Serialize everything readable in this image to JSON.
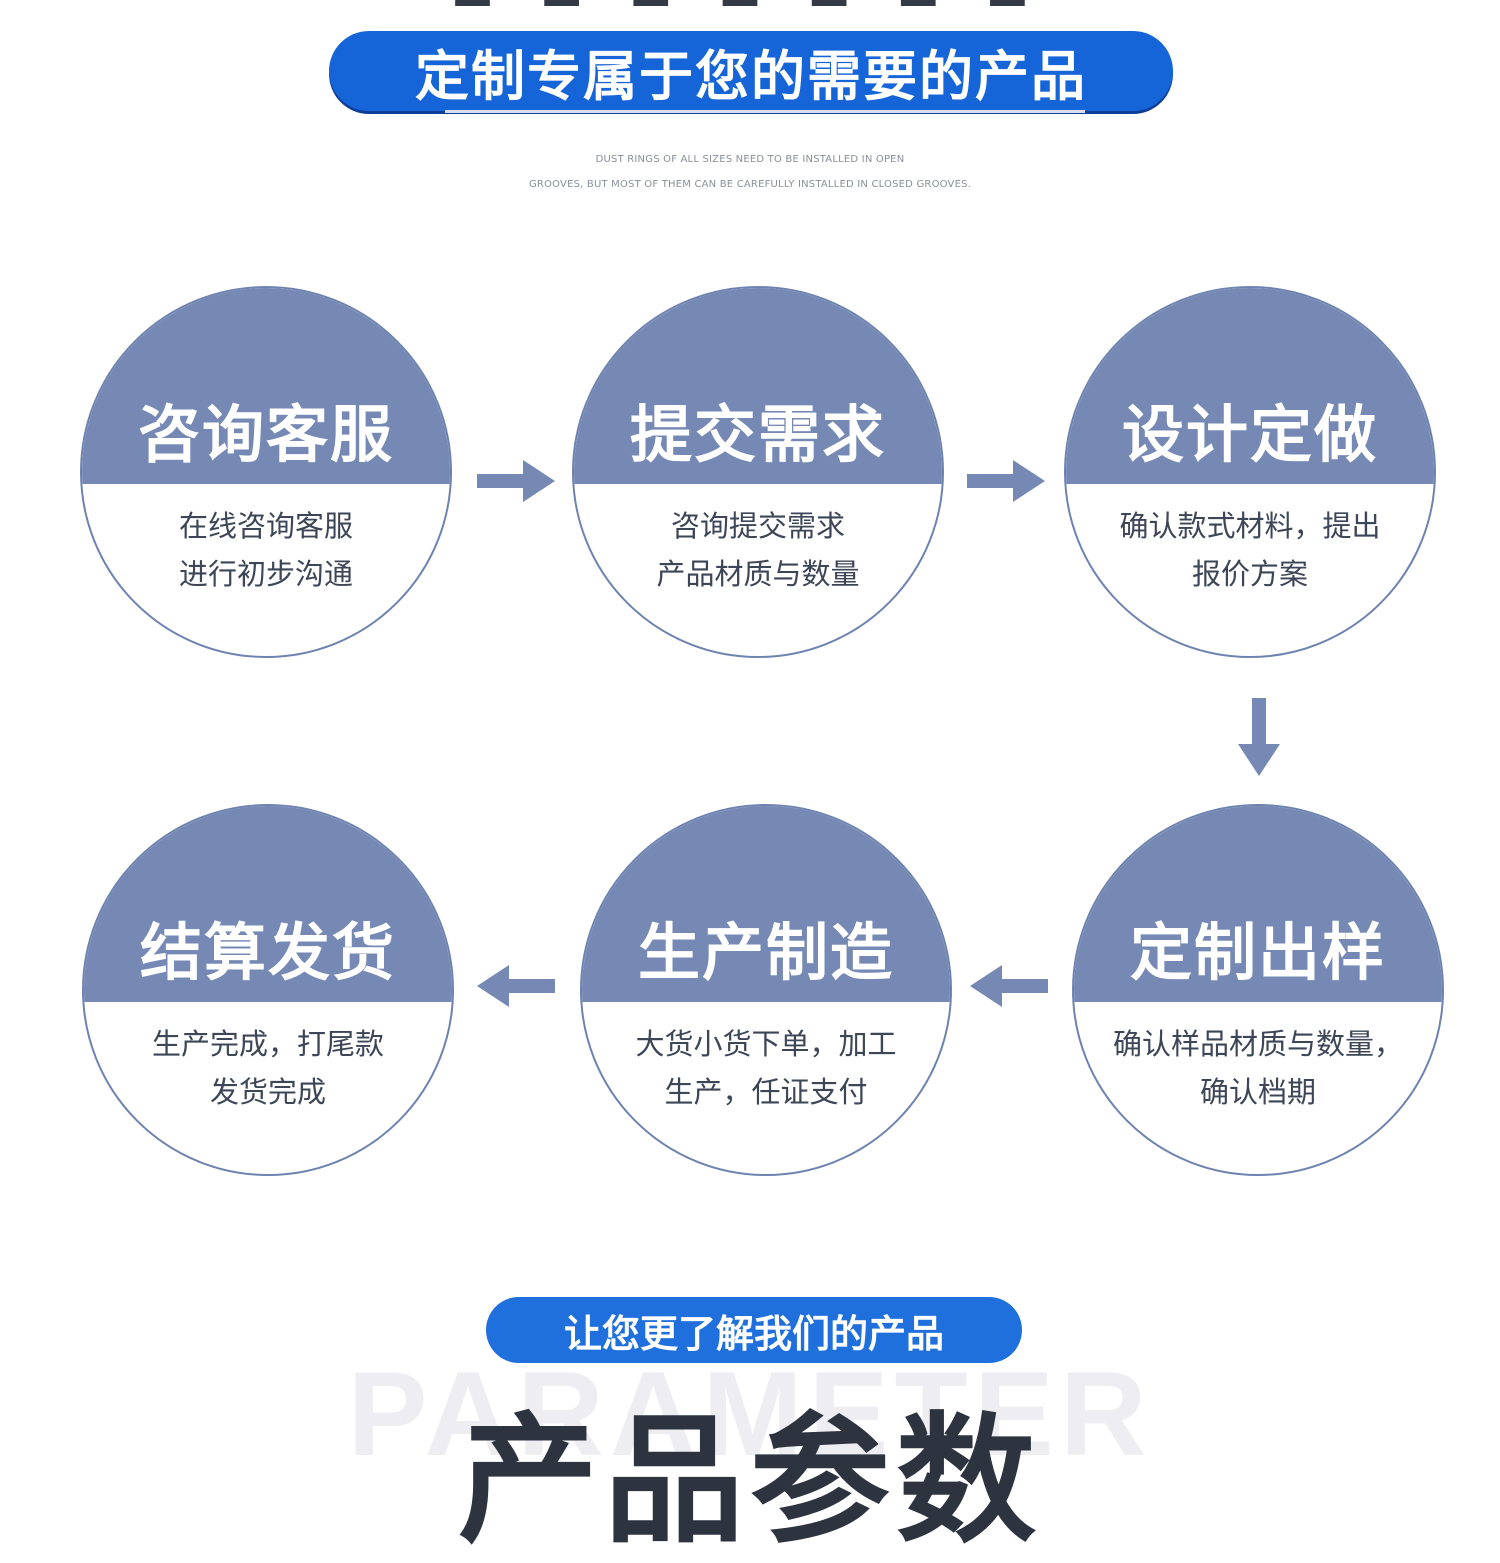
{
  "header": {
    "banner_text": "定制专属于您的需要的产品",
    "subtitle_line1": "DUST RINGS OF ALL SIZES NEED TO BE INSTALLED IN OPEN",
    "subtitle_line2": "GROOVES, BUT MOST OF THEM CAN BE CAREFULLY INSTALLED IN CLOSED GROOVES."
  },
  "steps": [
    {
      "title": "咨询客服",
      "desc": [
        "在线咨询客服",
        "进行初步沟通"
      ]
    },
    {
      "title": "提交需求",
      "desc": [
        "咨询提交需求",
        "产品材质与数量"
      ]
    },
    {
      "title": "设计定做",
      "desc": [
        "确认款式材料，提出",
        "报价方案"
      ]
    },
    {
      "title": "定制出样",
      "desc": [
        "确认样品材质与数量，",
        "确认档期"
      ]
    },
    {
      "title": "生产制造",
      "desc": [
        "大货小货下单，加工",
        "生产，任证支付"
      ]
    },
    {
      "title": "结算发货",
      "desc": [
        "生产完成，打尾款",
        "发货完成"
      ]
    }
  ],
  "footer": {
    "banner_text": "让您更了解我们的产品",
    "watermark": "PARAMETER",
    "big_title": "产品参数"
  },
  "colors": {
    "banner_blue": "#1565d8",
    "circle_cap": "#7689b5",
    "arrow": "#7689b5"
  }
}
